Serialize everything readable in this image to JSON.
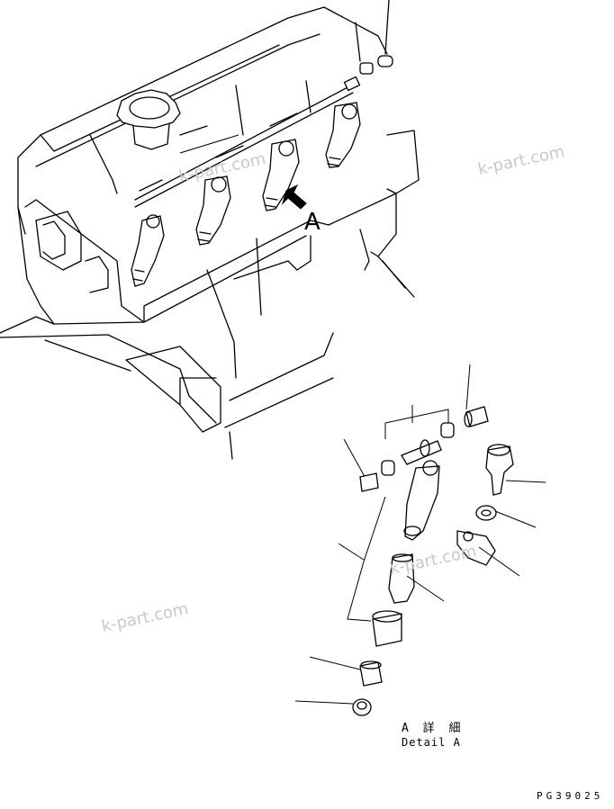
{
  "diagram": {
    "view_label": "A",
    "detail_label_jp": "A 詳 細",
    "detail_label_en": "Detail A",
    "part_code": "PG39025",
    "watermarks": [
      "k-part.com",
      "k-part.com",
      "k-part.com",
      "k-part.com"
    ]
  }
}
